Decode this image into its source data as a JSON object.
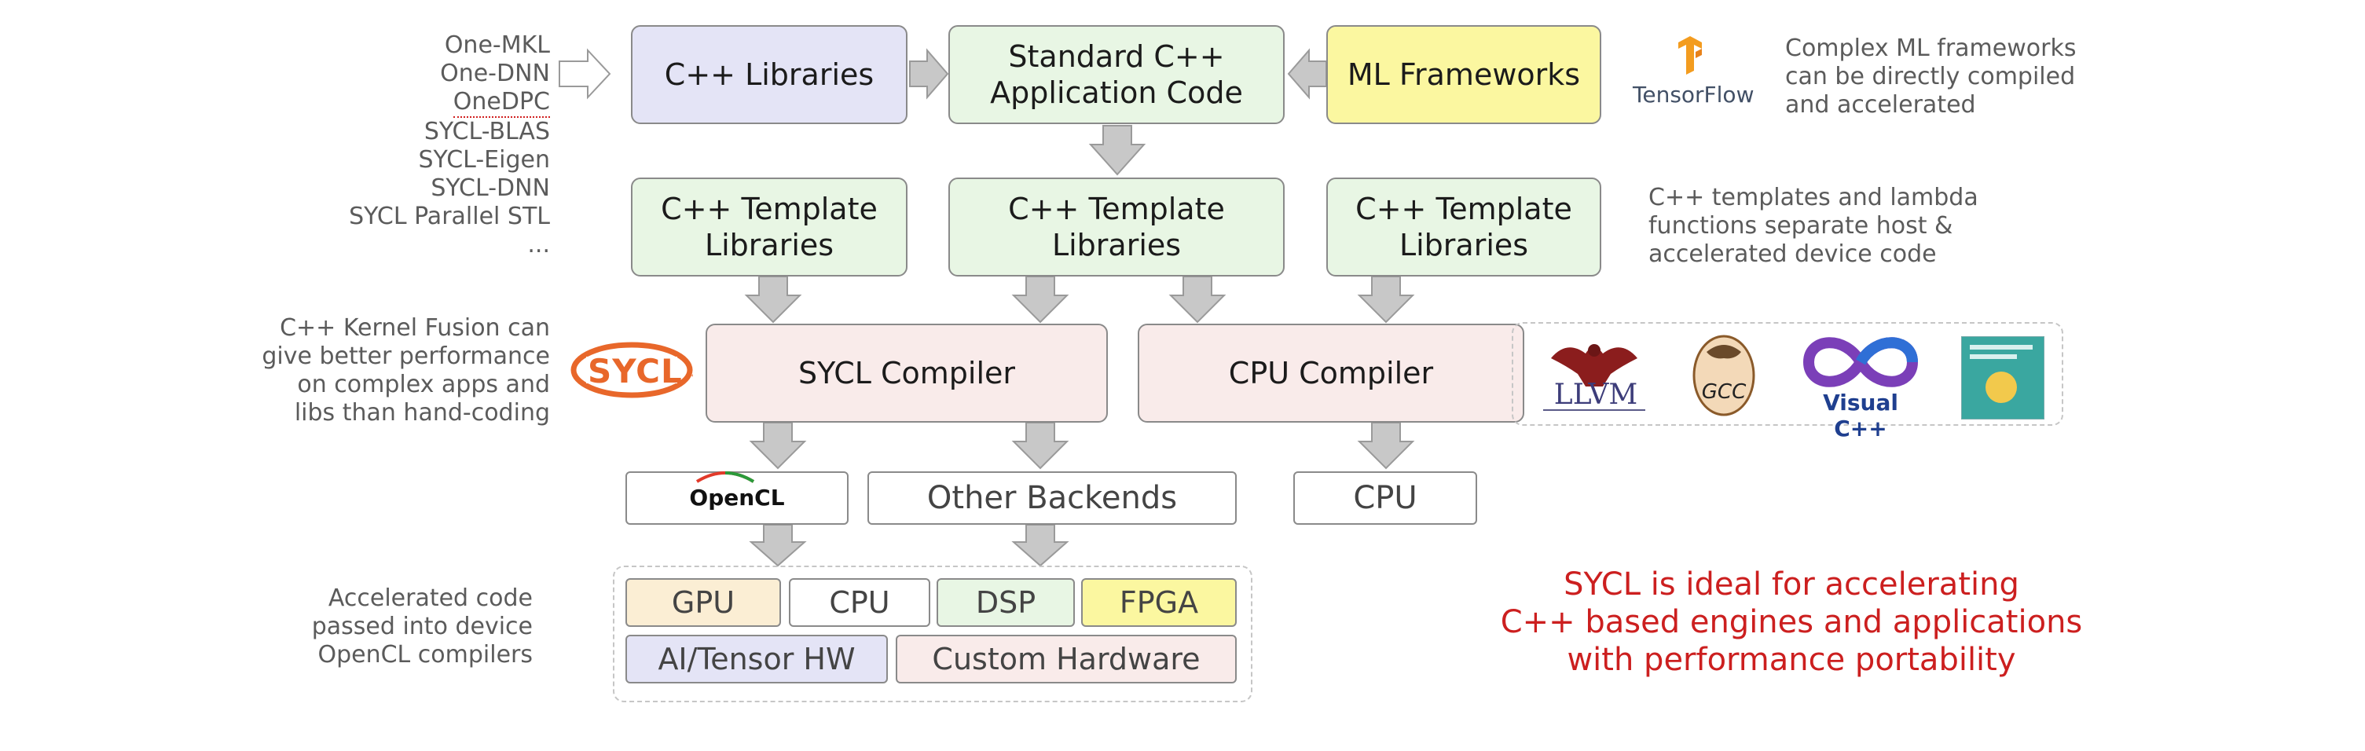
{
  "left_list": [
    "One-MKL",
    "One-DNN",
    "OneDPC",
    "SYCL-BLAS",
    "SYCL-Eigen",
    "SYCL-DNN",
    "SYCL Parallel STL",
    "..."
  ],
  "boxes": {
    "cpp_libraries": "C++ Libraries",
    "standard_cpp": [
      "Standard C++",
      "Application Code"
    ],
    "ml_frameworks": "ML Frameworks",
    "template_libs": [
      "C++ Template",
      "Libraries"
    ],
    "sycl_compiler": "SYCL Compiler",
    "cpu_compiler": "CPU Compiler",
    "other_backends": "Other Backends",
    "cpu_backend": "CPU"
  },
  "devices": [
    "GPU",
    "CPU",
    "DSP",
    "FPGA",
    "AI/Tensor HW",
    "Custom Hardware"
  ],
  "notes": {
    "ml": [
      "Complex ML frameworks",
      "can be directly compiled",
      "and accelerated"
    ],
    "templates": [
      "C++ templates and lambda",
      "functions separate host &",
      "accelerated device code"
    ],
    "fusion": [
      "C++ Kernel Fusion can",
      "give better performance",
      "on complex apps and",
      "libs than hand-coding"
    ],
    "accel": [
      "Accelerated code",
      "passed into device",
      "OpenCL compilers"
    ]
  },
  "logos": {
    "tensorflow": "TensorFlow",
    "sycl": "SYCL",
    "sycl_tm": "™",
    "opencl": "OpenCL",
    "llvm": "LLVM",
    "gcc": "GCC",
    "visual_cpp": "Visual C++"
  },
  "tagline": [
    "SYCL is ideal for accelerating",
    "C++ based engines and applications",
    "with performance portability"
  ],
  "colors": {
    "libraries": "#e4e4f6",
    "standard": "#e8f6e4",
    "ml": "#fbf7a0",
    "compiler": "#f9ebea",
    "gpu": "#fbeed4",
    "dsp": "#e8f6e4",
    "fpga": "#fbf7a0",
    "ai": "#e4e4f6",
    "custom": "#f9ebea",
    "sycl_orange": "#e8672a",
    "tagline_red": "#cc1f1f",
    "arrow_gray": "#c8c8c8"
  }
}
